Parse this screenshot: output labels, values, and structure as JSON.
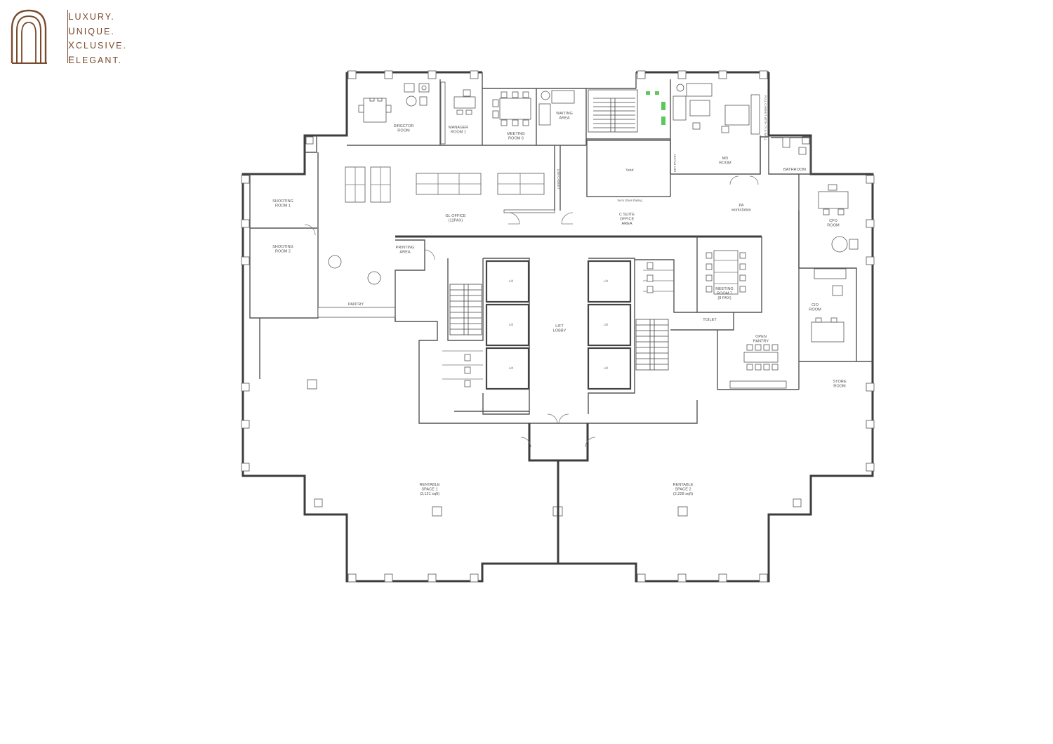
{
  "brand": {
    "lines": [
      {
        "initial": "L",
        "rest": "UXURY."
      },
      {
        "initial": "U",
        "rest": "NIQUE."
      },
      {
        "initial": "X",
        "rest": "CLUSIVE."
      },
      {
        "initial": "E",
        "rest": "LEGANT."
      }
    ],
    "color": "#7a4a2c"
  },
  "rooms": {
    "director": [
      "DIRECTOR",
      "ROOM"
    ],
    "manager": [
      "MANAGER",
      "ROOM 1"
    ],
    "meeting6": [
      "MEETING",
      "ROOM 6"
    ],
    "waiting": [
      "WAITING",
      "AREA"
    ],
    "void": "Void",
    "semi_glass": "Semi Glass Railing",
    "md": [
      "MD",
      "ROOM"
    ],
    "dry_pantry": "DRY PANTRY",
    "full_cabinet": "FULL CABINET WITH TV & WALL",
    "bathroom": "BATHROOM",
    "shooting1": [
      "SHOOTING",
      "ROOM 1"
    ],
    "shooting2": [
      "SHOOTING",
      "ROOM 2"
    ],
    "gl_office": [
      "GL OFFICE",
      "(12PAX)"
    ],
    "low_cabinet": "LOW CABINET",
    "c_suite": [
      "C SUITE",
      "OFFICE",
      "AREA"
    ],
    "pa": [
      "PA",
      "workstation"
    ],
    "cfo": [
      "CFO",
      "ROOM"
    ],
    "printing": [
      "PRINTING",
      "AREA"
    ],
    "pantry": "PANTRY",
    "lift_lobby": [
      "LIFT",
      "LOBBY"
    ],
    "lift": "Lift",
    "meeting7": [
      "MEETING",
      "ROOM 7",
      "(8 PAX)"
    ],
    "toilet": "TOILET",
    "cio": [
      "CIO",
      "ROOM"
    ],
    "open_pantry": [
      "OPEN",
      "PANTRY"
    ],
    "store": [
      "STORE",
      "ROOM"
    ],
    "rentable1": [
      "RENTABLE",
      "SPACE 1",
      "(3,121 sqft)"
    ],
    "rentable2": [
      "RENTABLE",
      "SPACE 2",
      "(2,228 sqft)"
    ]
  }
}
